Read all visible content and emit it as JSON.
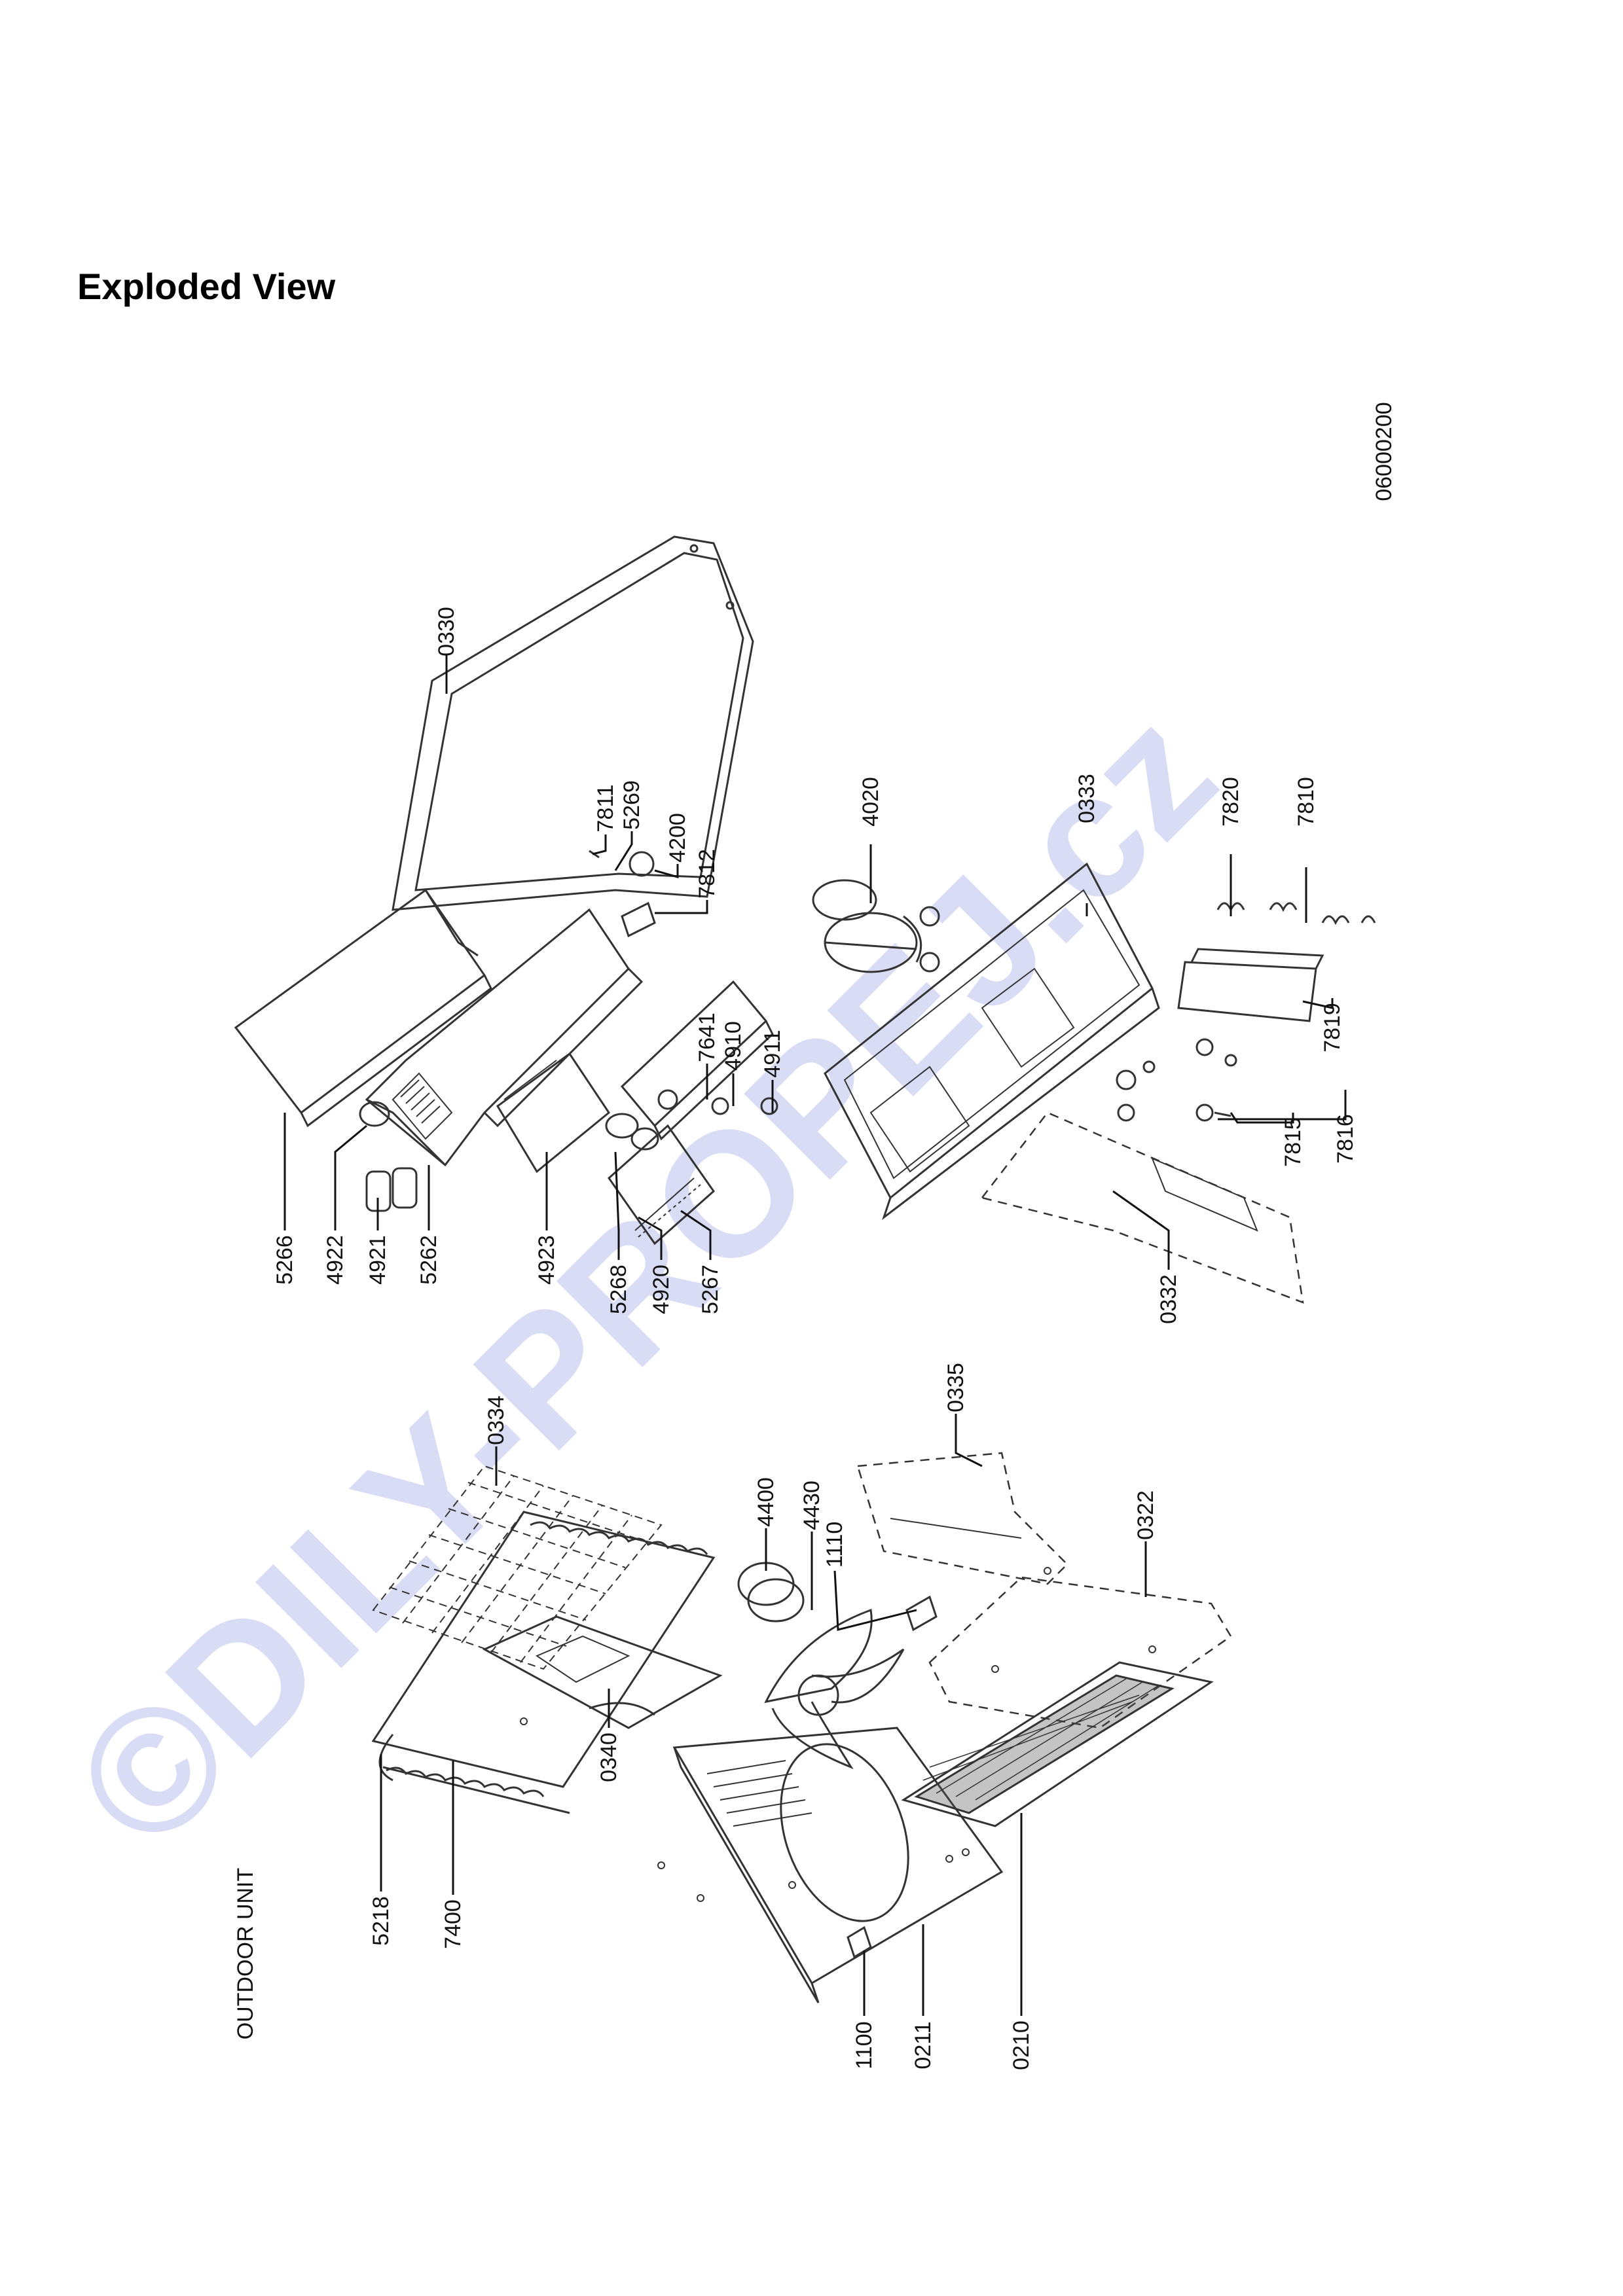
{
  "page_title": "Exploded View",
  "unit_label": "OUTDOOR UNIT",
  "drawing_number": "06000200",
  "watermark": "©DILY-PROPEJ.cz",
  "colors": {
    "ink": "#111111",
    "line": "#333333",
    "watermark": "#d9dcf5"
  },
  "part_labels": [
    "0330",
    "7811",
    "5269",
    "4200",
    "7812",
    "4020",
    "0333",
    "7820",
    "7810",
    "5266",
    "4922",
    "4921",
    "5262",
    "4923",
    "5268",
    "4920",
    "5267",
    "7641",
    "4910",
    "4911",
    "7819",
    "7815",
    "7816",
    "0332",
    "0334",
    "0335",
    "4400",
    "4430",
    "1110",
    "0322",
    "0340",
    "5218",
    "7400",
    "1100",
    "0211",
    "0210"
  ]
}
